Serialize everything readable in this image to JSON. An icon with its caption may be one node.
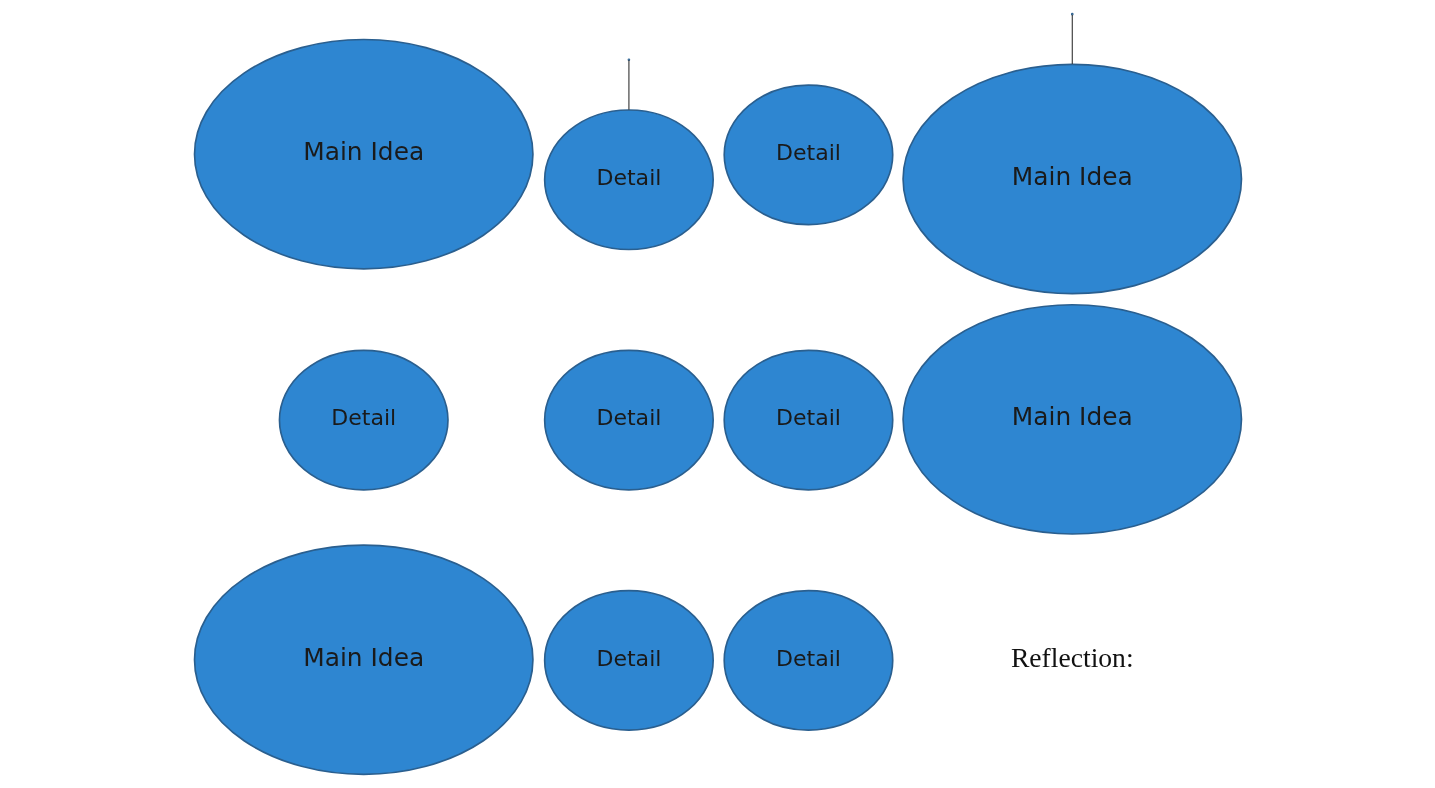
{
  "diagram": {
    "nodes": [
      {
        "text": [
          "Main Idea"
        ]
      },
      {
        "text": [
          "Detail"
        ]
      },
      {
        "text": [
          "Detail"
        ]
      },
      {
        "text": [
          "Main Idea"
        ]
      },
      {
        "text": [
          "Detail"
        ]
      },
      {
        "text": [
          "Detail"
        ]
      },
      {
        "text": [
          "Detail"
        ]
      },
      {
        "text": [
          "Main Idea"
        ]
      },
      {
        "text": [
          "Main Idea"
        ]
      },
      {
        "text": [
          "Detail"
        ]
      },
      {
        "text": [
          "Detail"
        ]
      }
    ],
    "edges": [
      {
        "from": null,
        "to": 1,
        "arrow": "none"
      },
      {
        "from": null,
        "to": 3,
        "arrow": "none"
      }
    ],
    "labels": [
      "Reflection:"
    ]
  }
}
